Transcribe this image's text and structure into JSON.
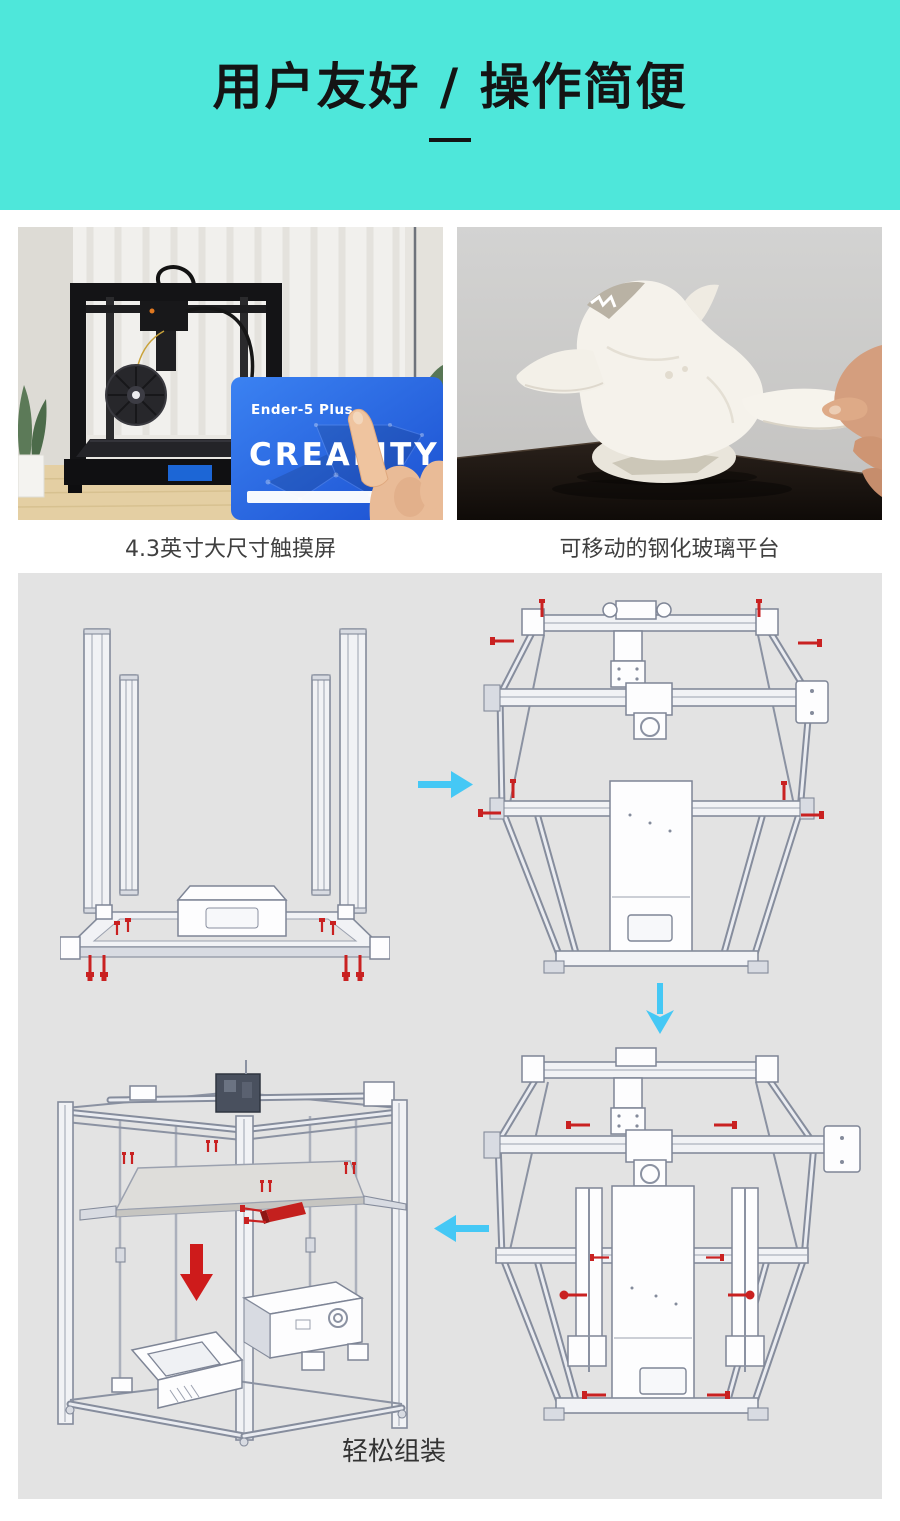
{
  "header": {
    "title": "用户友好 / 操作简便"
  },
  "features": [
    {
      "caption": "4.3英寸大尺寸触摸屏",
      "photo": "ender5-plus-printer-room-scene-with-touch-card",
      "card": {
        "model": "Ender-5 Plus",
        "brand": "CREALITY"
      }
    },
    {
      "caption": "可移动的钢化玻璃平台",
      "photo": "hand-removing-printed-dog-head-model-from-plate"
    }
  ],
  "assembly": {
    "caption": "轻松组装",
    "steps": [
      "vertical-posts-and-base-parts",
      "gantry-frame-assembled",
      "z-axis-modules-installed",
      "complete-printer"
    ],
    "flow_icons": [
      "arrow-right-icon",
      "arrow-down-icon",
      "arrow-left-icon"
    ]
  },
  "colors": {
    "header_bg": "#4EE7DA",
    "title_text": "#141414",
    "caption_text": "#3F3F3F",
    "panel_bg": "#E3E3E3",
    "flow_arrow": "#45C8F5",
    "screw_red": "#C92121",
    "card_blue_light": "#3B82F2",
    "card_blue_dark": "#1B4FD0"
  }
}
